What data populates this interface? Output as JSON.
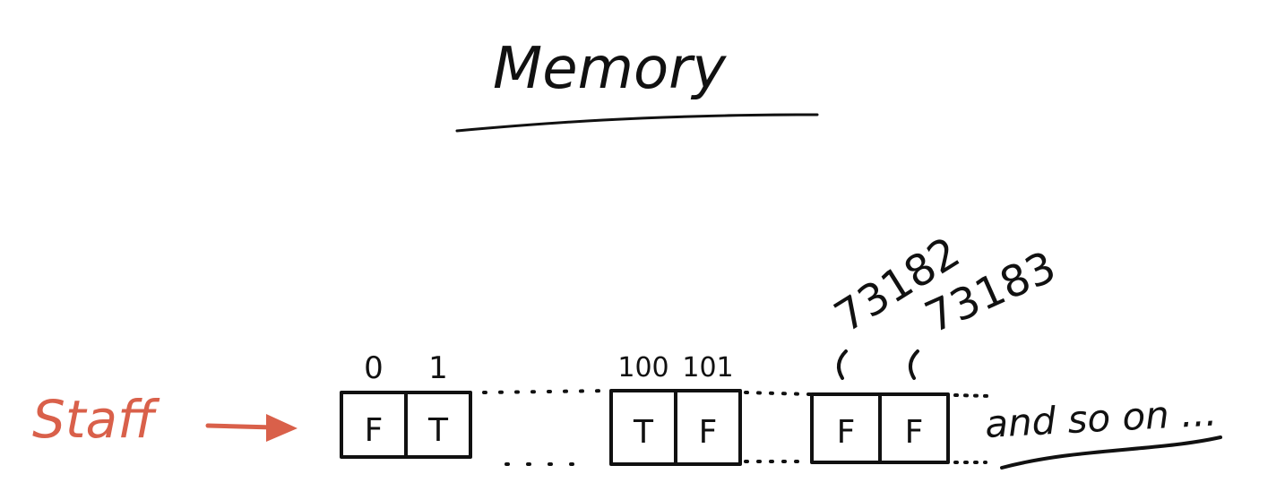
{
  "title": "Memory",
  "label": "Staff",
  "trailing_text": "and so on ...",
  "colors": {
    "ink": "#111111",
    "accent": "#d9604a",
    "background": "#ffffff"
  },
  "cells": [
    {
      "address": "0",
      "value": "F"
    },
    {
      "address": "1",
      "value": "T"
    },
    {
      "address": "100",
      "value": "T"
    },
    {
      "address": "101",
      "value": "F"
    },
    {
      "address": "73182",
      "value": "F"
    },
    {
      "address": "73183",
      "value": "F"
    }
  ]
}
